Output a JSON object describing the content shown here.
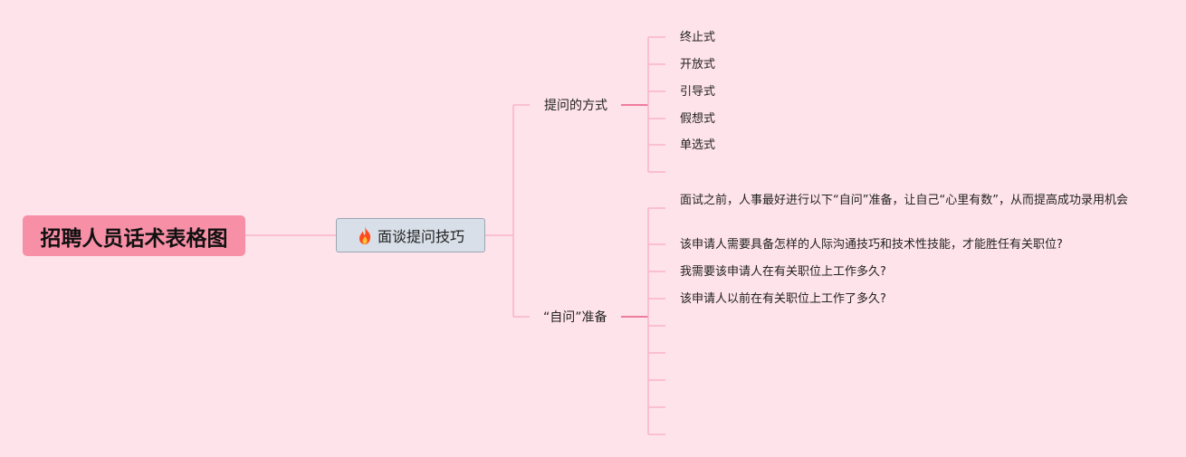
{
  "root": {
    "label": "招聘人员话术表格图"
  },
  "topic": {
    "label": "面谈提问技巧",
    "icon": "fire-icon"
  },
  "branches": [
    {
      "label": "提问的方式",
      "items": [
        "终止式",
        "开放式",
        "引导式",
        "假想式",
        "单选式",
        ""
      ]
    },
    {
      "label": "“自问”准备",
      "items": [
        "面试之前，人事最好进行以下“自问”准备，让自己“心里有数”，从而提高成功录用机会",
        "该申请人需要具备怎样的人际沟通技巧和技术性技能，才能胜任有关职位?",
        "我需要该申请人在有关职位上工作多久?",
        "该申请人以前在有关职位上工作了多久?",
        "",
        "",
        "",
        "",
        "",
        ""
      ]
    }
  ],
  "colors": {
    "background": "#fee3ea",
    "root_fill": "#f78fa6",
    "topic_fill": "#d8dfe8",
    "connector": "#f8b4c6",
    "connector_strong": "#ef7d9c"
  }
}
